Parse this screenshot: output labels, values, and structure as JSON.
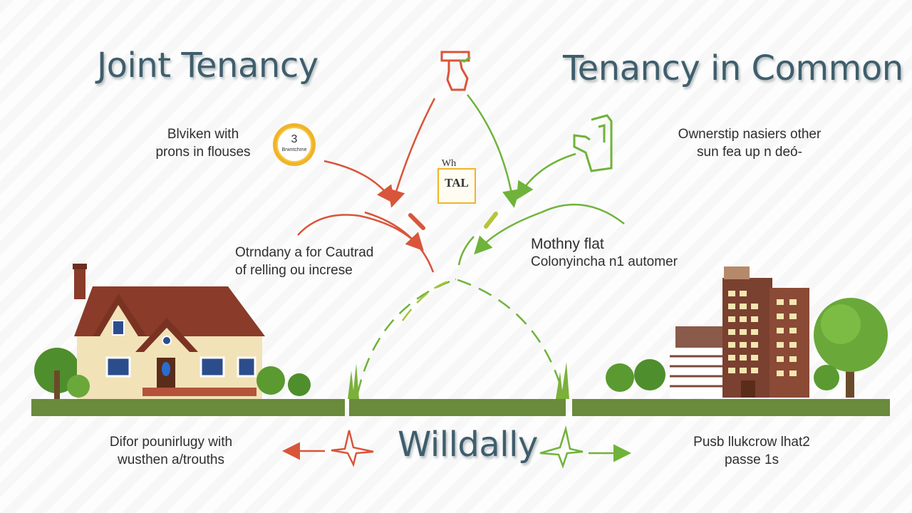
{
  "titles": {
    "left": "Joint Tenancy",
    "right": "Tenancy in Common",
    "bottom": "Willdally"
  },
  "labels": {
    "top_left_1": "Blviken with",
    "top_left_2": "prons in flouses",
    "top_right_1": "Ownerstip nasiers other",
    "top_right_2": "sun fea up n deó-",
    "mid_left_1": "Otrndany a for Cautrad",
    "mid_left_2": "of relling ou increse",
    "mid_right_1": "Mothny flat",
    "mid_right_2": "Colonyincha n1 automer",
    "bottom_left_1": "Difor pounirlugy with",
    "bottom_left_2": "wusthen a/trouths",
    "bottom_right_1": "Pusb llukcrow lhat2",
    "bottom_right_2": "passe 1s",
    "badge_left": "3",
    "badge_left_small": "Brwntchme",
    "center_badge_top": "Wh",
    "center_badge_main": "TAL"
  },
  "colors": {
    "red_arrow": "#d9553a",
    "green_arrow": "#6fb33a",
    "title": "#3f5e6c",
    "grass": "#6a8a3c",
    "badge": "#f0b429"
  },
  "icons": {
    "top_center": "person-icon",
    "top_right": "hand-icon",
    "badge_left": "medal-badge-icon",
    "center_badge": "certificate-icon",
    "house": "house-illustration",
    "building": "apartment-building-illustration",
    "tree": "tree-illustration"
  }
}
